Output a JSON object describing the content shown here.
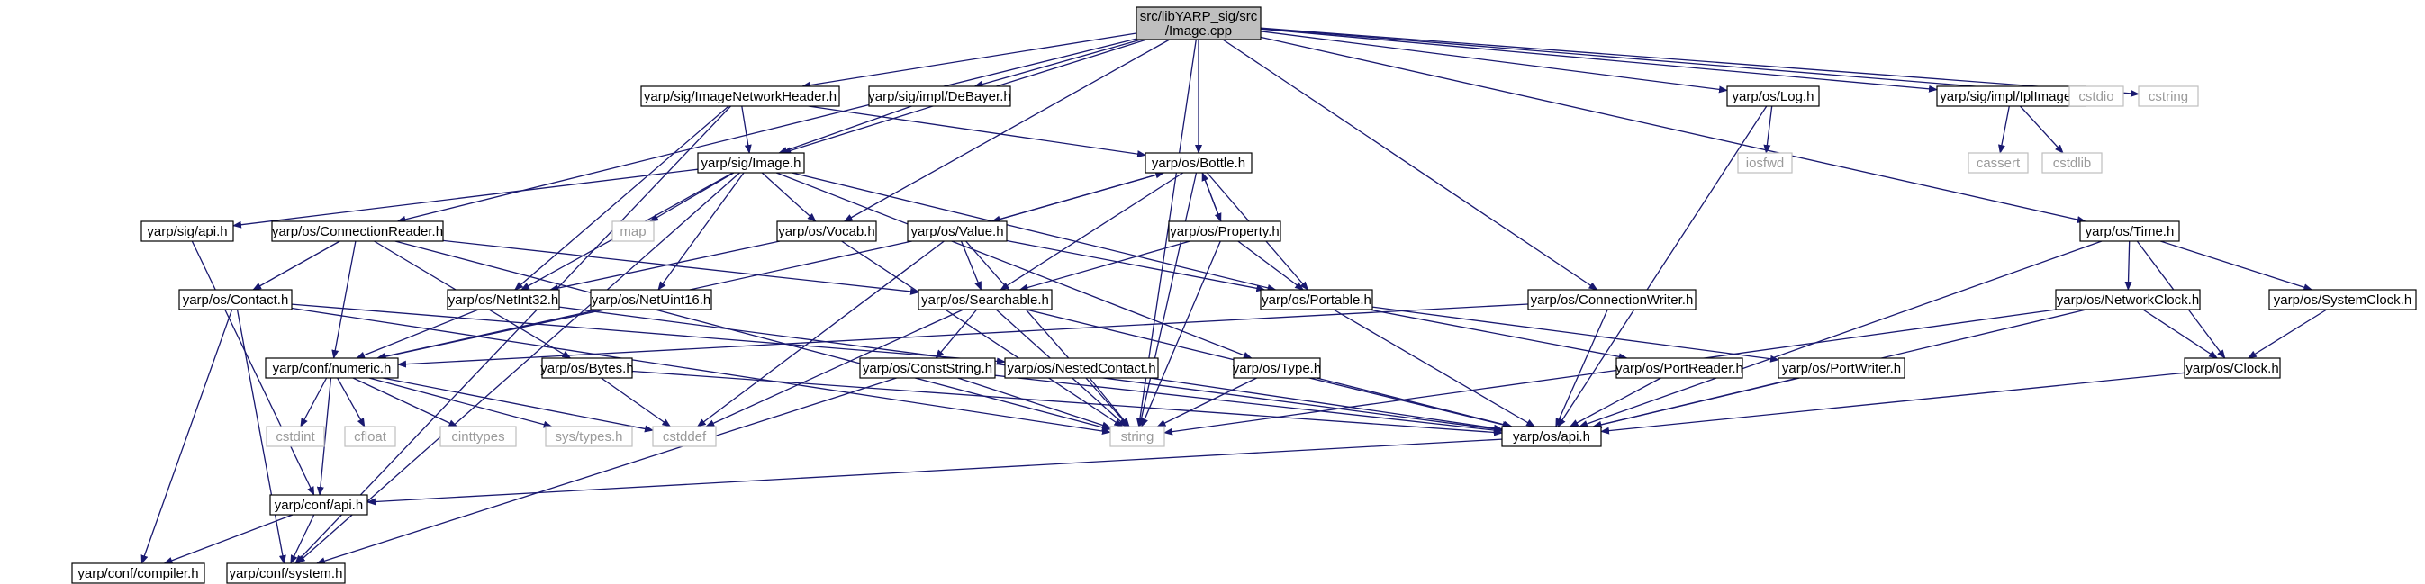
{
  "colors": {
    "edge": "#191970",
    "node_border": "#000000",
    "ext_border": "#bfbfbf",
    "root_fill": "#bfbfbf"
  },
  "nodes": [
    {
      "id": "root",
      "label": "src/libYARP_sig/src\n/Image.cpp",
      "kind": "root"
    },
    {
      "id": "ImageNetworkHeader",
      "label": "yarp/sig/ImageNetworkHeader.h"
    },
    {
      "id": "DeBayer",
      "label": "yarp/sig/impl/DeBayer.h"
    },
    {
      "id": "Log",
      "label": "yarp/os/Log.h"
    },
    {
      "id": "IplImage",
      "label": "yarp/sig/impl/IplImage.h"
    },
    {
      "id": "cstdio",
      "label": "cstdio",
      "kind": "ext"
    },
    {
      "id": "cstring",
      "label": "cstring",
      "kind": "ext"
    },
    {
      "id": "Image",
      "label": "yarp/sig/Image.h"
    },
    {
      "id": "Bottle",
      "label": "yarp/os/Bottle.h"
    },
    {
      "id": "iosfwd",
      "label": "iosfwd",
      "kind": "ext"
    },
    {
      "id": "cassert",
      "label": "cassert",
      "kind": "ext"
    },
    {
      "id": "cstdlib",
      "label": "cstdlib",
      "kind": "ext"
    },
    {
      "id": "sigapi",
      "label": "yarp/sig/api.h"
    },
    {
      "id": "ConnectionReader",
      "label": "yarp/os/ConnectionReader.h"
    },
    {
      "id": "map",
      "label": "map",
      "kind": "ext"
    },
    {
      "id": "Vocab",
      "label": "yarp/os/Vocab.h"
    },
    {
      "id": "Value",
      "label": "yarp/os/Value.h"
    },
    {
      "id": "Property",
      "label": "yarp/os/Property.h"
    },
    {
      "id": "Time",
      "label": "yarp/os/Time.h"
    },
    {
      "id": "Contact",
      "label": "yarp/os/Contact.h"
    },
    {
      "id": "NetInt32",
      "label": "yarp/os/NetInt32.h"
    },
    {
      "id": "NetUint16",
      "label": "yarp/os/NetUint16.h"
    },
    {
      "id": "Searchable",
      "label": "yarp/os/Searchable.h"
    },
    {
      "id": "Portable",
      "label": "yarp/os/Portable.h"
    },
    {
      "id": "ConnectionWriter",
      "label": "yarp/os/ConnectionWriter.h"
    },
    {
      "id": "NetworkClock",
      "label": "yarp/os/NetworkClock.h"
    },
    {
      "id": "SystemClock",
      "label": "yarp/os/SystemClock.h"
    },
    {
      "id": "numeric",
      "label": "yarp/conf/numeric.h"
    },
    {
      "id": "Bytes",
      "label": "yarp/os/Bytes.h"
    },
    {
      "id": "ConstString",
      "label": "yarp/os/ConstString.h"
    },
    {
      "id": "NestedContact",
      "label": "yarp/os/NestedContact.h"
    },
    {
      "id": "Type",
      "label": "yarp/os/Type.h"
    },
    {
      "id": "PortReader",
      "label": "yarp/os/PortReader.h"
    },
    {
      "id": "PortWriter",
      "label": "yarp/os/PortWriter.h"
    },
    {
      "id": "Clock",
      "label": "yarp/os/Clock.h"
    },
    {
      "id": "cstdint",
      "label": "cstdint",
      "kind": "ext"
    },
    {
      "id": "cfloat",
      "label": "cfloat",
      "kind": "ext"
    },
    {
      "id": "cinttypes",
      "label": "cinttypes",
      "kind": "ext"
    },
    {
      "id": "systypes",
      "label": "sys/types.h",
      "kind": "ext"
    },
    {
      "id": "cstddef",
      "label": "cstddef",
      "kind": "ext"
    },
    {
      "id": "string",
      "label": "string",
      "kind": "ext"
    },
    {
      "id": "osapi",
      "label": "yarp/os/api.h"
    },
    {
      "id": "confapi",
      "label": "yarp/conf/api.h"
    },
    {
      "id": "compiler",
      "label": "yarp/conf/compiler.h"
    },
    {
      "id": "system",
      "label": "yarp/conf/system.h"
    }
  ],
  "edges": [
    [
      "root",
      "ImageNetworkHeader"
    ],
    [
      "root",
      "DeBayer"
    ],
    [
      "root",
      "Log"
    ],
    [
      "root",
      "IplImage"
    ],
    [
      "root",
      "cstdio"
    ],
    [
      "root",
      "cstring"
    ],
    [
      "root",
      "Image"
    ],
    [
      "root",
      "Bottle"
    ],
    [
      "root",
      "ConnectionReader"
    ],
    [
      "root",
      "Vocab"
    ],
    [
      "root",
      "Time"
    ],
    [
      "root",
      "ConnectionWriter"
    ],
    [
      "root",
      "string"
    ],
    [
      "ImageNetworkHeader",
      "Image"
    ],
    [
      "ImageNetworkHeader",
      "Bottle"
    ],
    [
      "ImageNetworkHeader",
      "NetInt32"
    ],
    [
      "ImageNetworkHeader",
      "system"
    ],
    [
      "DeBayer",
      "Image"
    ],
    [
      "Log",
      "iosfwd"
    ],
    [
      "Log",
      "osapi"
    ],
    [
      "IplImage",
      "cassert"
    ],
    [
      "IplImage",
      "cstdlib"
    ],
    [
      "Image",
      "map"
    ],
    [
      "Image",
      "sigapi"
    ],
    [
      "Image",
      "Vocab"
    ],
    [
      "Image",
      "NetInt32"
    ],
    [
      "Image",
      "NetUint16"
    ],
    [
      "Image",
      "Portable"
    ],
    [
      "Image",
      "Type"
    ],
    [
      "Image",
      "system"
    ],
    [
      "Bottle",
      "Value"
    ],
    [
      "Bottle",
      "Property"
    ],
    [
      "Bottle",
      "Searchable"
    ],
    [
      "Bottle",
      "Portable"
    ],
    [
      "Bottle",
      "string"
    ],
    [
      "sigapi",
      "confapi"
    ],
    [
      "ConnectionReader",
      "Contact"
    ],
    [
      "ConnectionReader",
      "numeric"
    ],
    [
      "ConnectionReader",
      "Searchable"
    ],
    [
      "ConnectionReader",
      "Bytes"
    ],
    [
      "ConnectionReader",
      "string"
    ],
    [
      "Vocab",
      "NetInt32"
    ],
    [
      "Vocab",
      "string"
    ],
    [
      "Value",
      "Bottle"
    ],
    [
      "Value",
      "Searchable"
    ],
    [
      "Value",
      "Portable"
    ],
    [
      "Value",
      "numeric"
    ],
    [
      "Value",
      "string"
    ],
    [
      "Value",
      "cstddef"
    ],
    [
      "Property",
      "Bottle"
    ],
    [
      "Property",
      "Searchable"
    ],
    [
      "Property",
      "Portable"
    ],
    [
      "Property",
      "string"
    ],
    [
      "Time",
      "NetworkClock"
    ],
    [
      "Time",
      "SystemClock"
    ],
    [
      "Time",
      "Clock"
    ],
    [
      "Time",
      "osapi"
    ],
    [
      "Contact",
      "NestedContact"
    ],
    [
      "Contact",
      "compiler"
    ],
    [
      "Contact",
      "system"
    ],
    [
      "Contact",
      "string"
    ],
    [
      "NetInt32",
      "numeric"
    ],
    [
      "NetInt32",
      "osapi"
    ],
    [
      "NetUint16",
      "numeric"
    ],
    [
      "Searchable",
      "ConstString"
    ],
    [
      "Searchable",
      "string"
    ],
    [
      "Searchable",
      "cstddef"
    ],
    [
      "Searchable",
      "osapi"
    ],
    [
      "Portable",
      "PortReader"
    ],
    [
      "Portable",
      "PortWriter"
    ],
    [
      "Portable",
      "osapi"
    ],
    [
      "ConnectionWriter",
      "numeric"
    ],
    [
      "ConnectionWriter",
      "osapi"
    ],
    [
      "NetworkClock",
      "Clock"
    ],
    [
      "NetworkClock",
      "osapi"
    ],
    [
      "NetworkClock",
      "string"
    ],
    [
      "SystemClock",
      "Clock"
    ],
    [
      "numeric",
      "cstdint"
    ],
    [
      "numeric",
      "cfloat"
    ],
    [
      "numeric",
      "cinttypes"
    ],
    [
      "numeric",
      "systypes"
    ],
    [
      "numeric",
      "cstddef"
    ],
    [
      "numeric",
      "confapi"
    ],
    [
      "Bytes",
      "cstddef"
    ],
    [
      "Bytes",
      "osapi"
    ],
    [
      "ConstString",
      "string"
    ],
    [
      "ConstString",
      "osapi"
    ],
    [
      "ConstString",
      "system"
    ],
    [
      "NestedContact",
      "string"
    ],
    [
      "NestedContact",
      "osapi"
    ],
    [
      "Type",
      "string"
    ],
    [
      "Type",
      "osapi"
    ],
    [
      "PortReader",
      "osapi"
    ],
    [
      "PortWriter",
      "osapi"
    ],
    [
      "Clock",
      "osapi"
    ],
    [
      "osapi",
      "confapi"
    ],
    [
      "confapi",
      "compiler"
    ],
    [
      "confapi",
      "system"
    ]
  ]
}
